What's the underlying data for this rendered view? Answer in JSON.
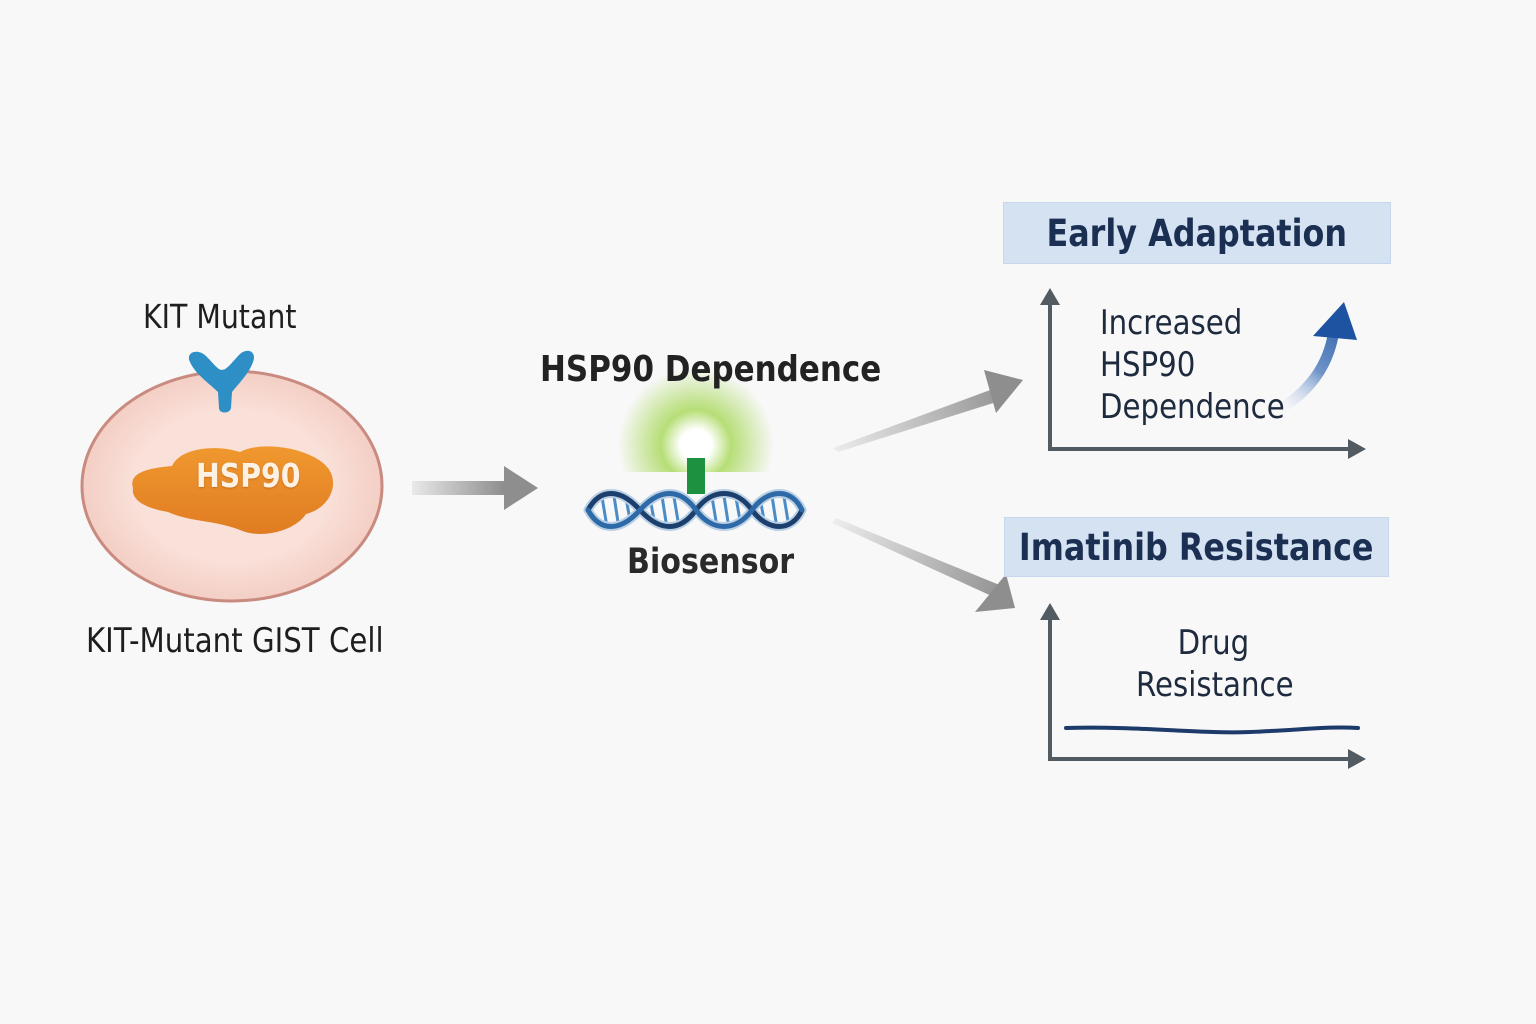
{
  "cell": {
    "receptor_label": "KIT Mutant",
    "protein_label": "HSP90",
    "cell_label": "KIT-Mutant GIST Cell"
  },
  "biosensor": {
    "title": "HSP90 Dependence",
    "label": "Biosensor"
  },
  "outcomes": {
    "early": {
      "banner": "Early Adaptation",
      "line1": "Increased",
      "line2": "HSP90",
      "line3": "Dependence"
    },
    "resistance": {
      "banner": "Imatinib Resistance",
      "line1": "Drug",
      "line2": "Resistance"
    }
  },
  "colors": {
    "cell_fill": "#f8dcd4",
    "cell_border": "#c98b80",
    "receptor": "#2d8fc6",
    "hsp90": "#ec8a2c",
    "glow": "#9ccc50",
    "sensor_bar": "#1e9140",
    "dna_dark": "#1c3f6d",
    "dna_light": "#4b8cc8",
    "banner_fill": "#d5e2f2",
    "banner_text": "#1b2f52",
    "axis": "#525a62",
    "curve_arrow": "#2358a4",
    "flat_line": "#1c3a6a",
    "arrow_grey": "#8f8f8f"
  },
  "icons": [
    "receptor-icon",
    "dna-helix-icon",
    "glow-icon",
    "trend-arrow-icon"
  ]
}
